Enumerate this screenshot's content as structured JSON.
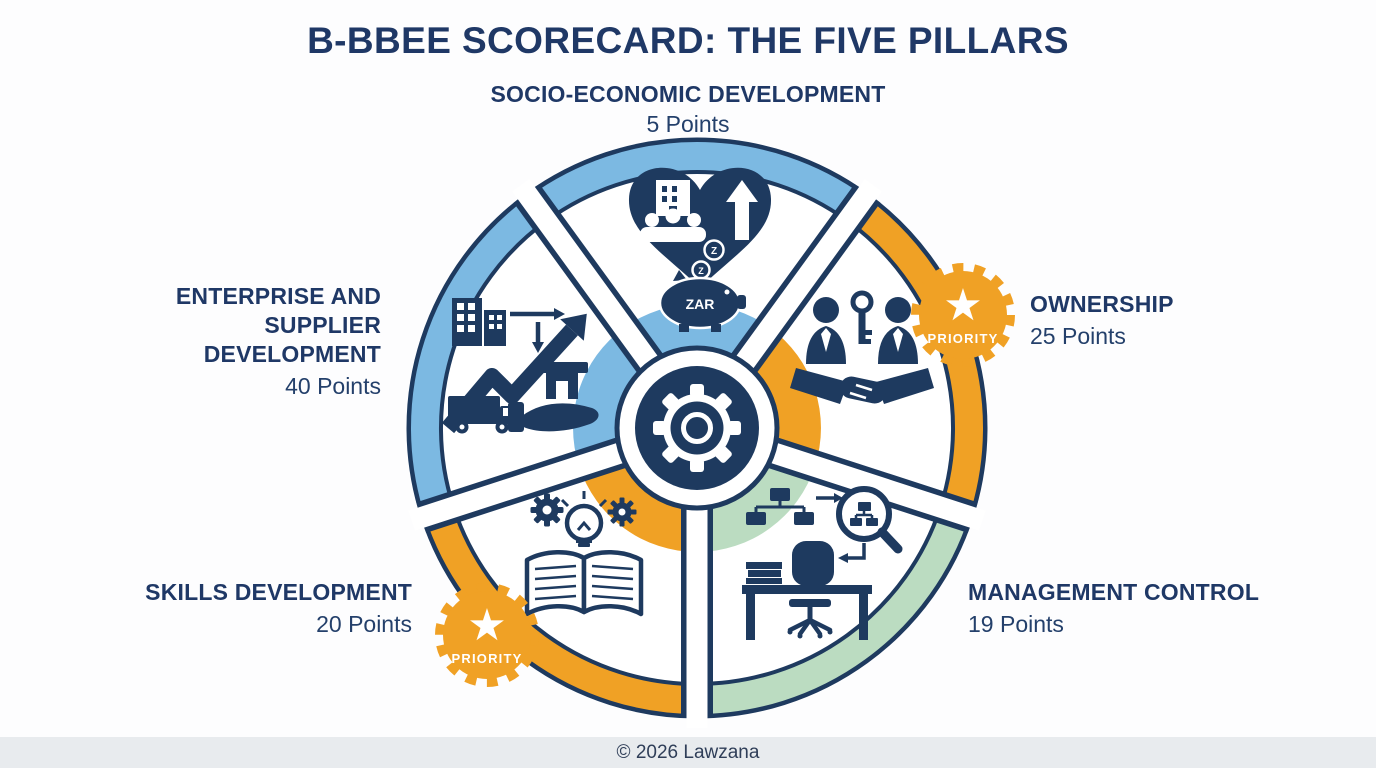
{
  "title": "B-BBEE SCORECARD: THE FIVE PILLARS",
  "pillars": [
    {
      "id": "socio-economic-development",
      "name": "SOCIO-ECONOMIC DEVELOPMENT",
      "points": "5 Points",
      "points_value": 5,
      "color": "#7CB9E2",
      "priority": false,
      "icon": "heart-community-piggy-bank-icon"
    },
    {
      "id": "ownership",
      "name": "OWNERSHIP",
      "points": "25 Points",
      "points_value": 25,
      "color": "#F0A125",
      "priority": true,
      "icon": "partners-key-handshake-icon"
    },
    {
      "id": "management-control",
      "name": "MANAGEMENT CONTROL",
      "points": "19 Points",
      "points_value": 19,
      "color": "#BBDCC1",
      "priority": false,
      "icon": "org-chart-desk-magnifier-icon"
    },
    {
      "id": "skills-development",
      "name": "SKILLS DEVELOPMENT",
      "points": "20 Points",
      "points_value": 20,
      "color": "#F0A125",
      "priority": true,
      "icon": "book-lightbulb-gears-icon"
    },
    {
      "id": "enterprise-supplier-development",
      "name": "ENTERPRISE AND SUPPLIER DEVELOPMENT",
      "points": "40 Points",
      "points_value": 40,
      "color": "#7CB9E2",
      "priority": false,
      "icon": "growth-truck-hand-store-icon"
    }
  ],
  "badge": {
    "label": "PRIORITY",
    "star": "★",
    "color": "#F0A125"
  },
  "hub": {
    "icon": "gear-icon"
  },
  "icon_text": {
    "piggy_label": "ZAR",
    "coin_symbol": "Z"
  },
  "footer": {
    "copyright": "© 2026 Lawzana"
  },
  "colors": {
    "navy": "#1E3A5F",
    "text_navy": "#1F3866",
    "light_blue": "#7CB9E2",
    "orange": "#F0A125",
    "green": "#BBDCC1",
    "background": "#FDFDFE",
    "footer_bg": "#E8EBEE"
  }
}
